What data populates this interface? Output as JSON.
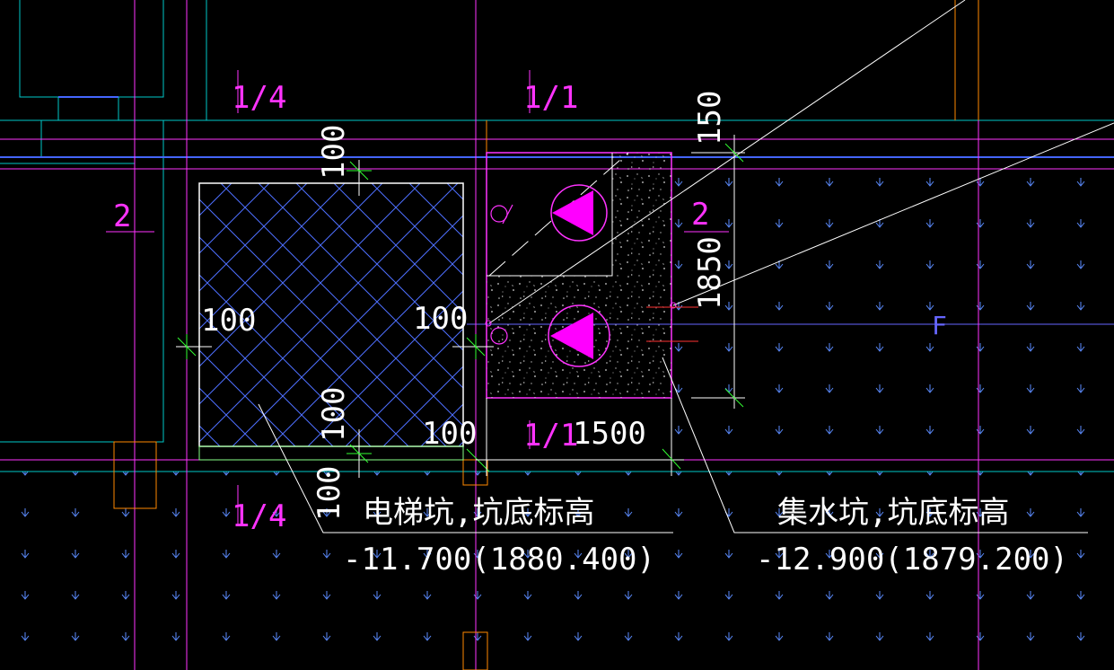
{
  "colors": {
    "background": "#000000",
    "wall_cyan": "#00c8c8",
    "axis_magenta": "#ff33ff",
    "orange": "#ff8800",
    "white": "#ffffff",
    "green_tick": "#33ff33",
    "blue_line": "#6666ff",
    "hatch_blue": "#3366ff",
    "pump_fill": "#ff00ff"
  },
  "icons": [
    "pump-icon",
    "pump-icon",
    "valve-icon",
    "ground-arrow-pattern"
  ],
  "dimensions": {
    "top_100": "100",
    "left_100": "100",
    "right_100": "100",
    "bottom_100": "100",
    "corner_100": "100",
    "pit_150": "150",
    "pit_1850": "1850",
    "pit_1500": "1500",
    "label_100": "100"
  },
  "axes": {
    "a1_top": "1/4",
    "a2": "1/1",
    "a3": "2",
    "a4": "2",
    "a5": "1/1",
    "a6_bottom": "1/4",
    "a7": "F"
  },
  "annotations": {
    "elevator_pit_title": "电梯坑,坑底标高",
    "elevator_pit_elevation": "-11.700(1880.400)",
    "sump_pit_title": "集水坑,坑底标高",
    "sump_pit_elevation": "-12.900(1879.200)"
  }
}
